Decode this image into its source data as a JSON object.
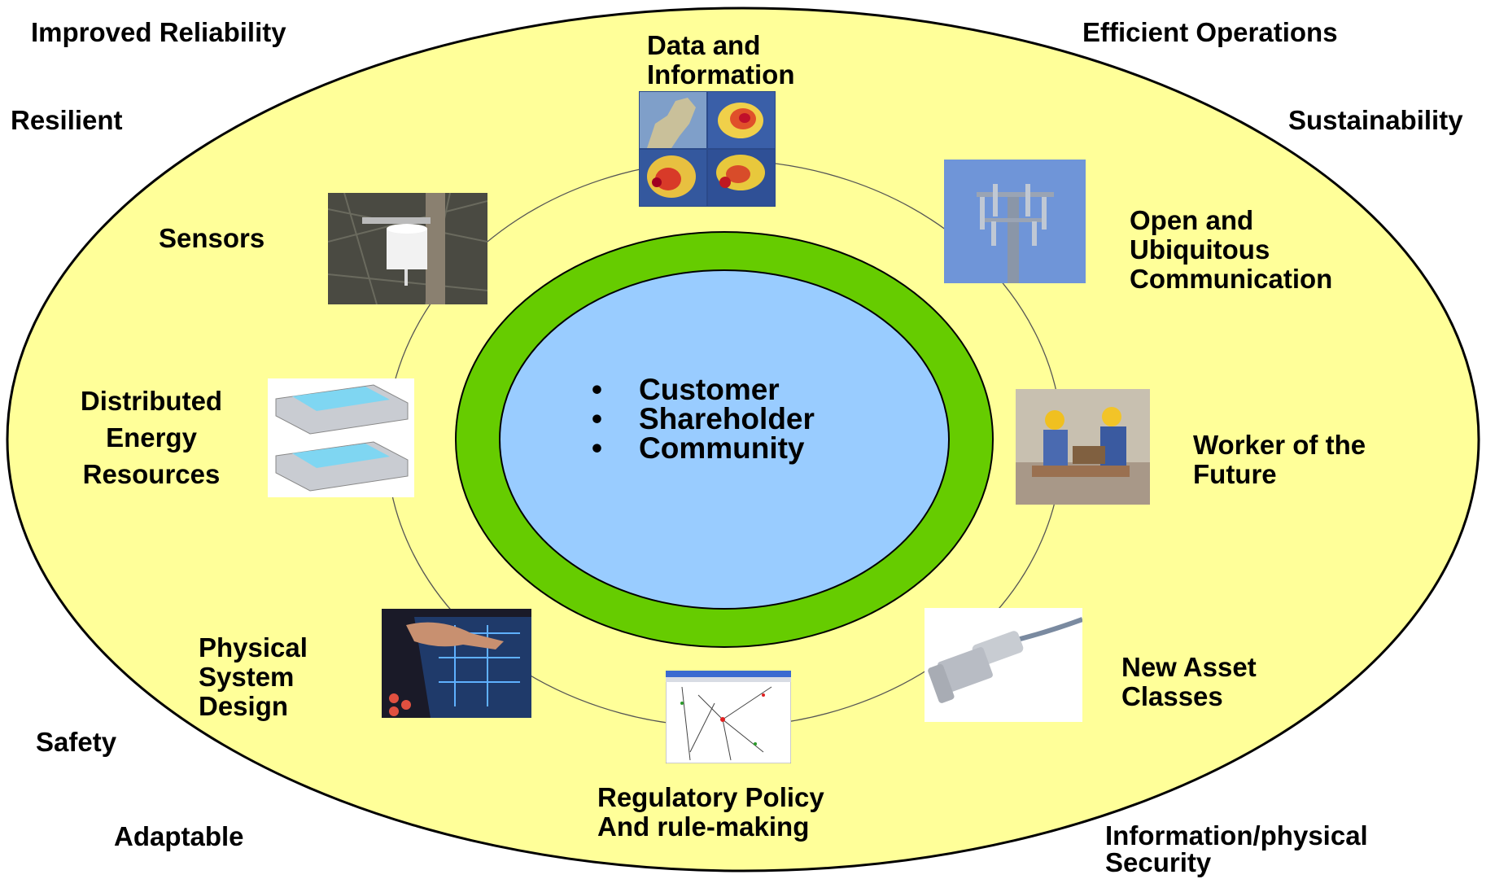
{
  "colors": {
    "outer_fill": "#ffff99",
    "ring_green": "#66cc00",
    "core_blue": "#99ccff",
    "inner_circle_line": "#555555"
  },
  "corners": {
    "improved_reliability": "Improved Reliability",
    "efficient_operations": "Efficient Operations",
    "resilient": "Resilient",
    "sustainability": "Sustainability",
    "safety": "Safety",
    "adaptable": "Adaptable",
    "info_security_1": "Information/physical",
    "info_security_2": "Security"
  },
  "nodes": {
    "data_info": {
      "line1": "Data and",
      "line2": "Information",
      "image": "heat-map-images"
    },
    "open_comm": {
      "line1": "Open and",
      "line2": "Ubiquitous",
      "line3": "Communication",
      "image": "cell-tower-photo"
    },
    "worker": {
      "line1": "Worker of the",
      "line2": "Future",
      "image": "field-workers-photo"
    },
    "new_asset": {
      "line1": "New Asset",
      "line2": "Classes",
      "image": "sensor-probe-photo"
    },
    "regulatory": {
      "line1": "Regulatory Policy",
      "line2": "And rule-making",
      "image": "network-software-screenshot"
    },
    "physical_design": {
      "line1": "Physical",
      "line2": "System",
      "line3": "Design",
      "image": "touchscreen-design-photo"
    },
    "der": {
      "line1": "Distributed",
      "line2": "Energy",
      "line3": "Resources",
      "image": "power-units-photo"
    },
    "sensors": {
      "line1": "Sensors",
      "image": "pole-sensor-photo"
    }
  },
  "center": {
    "bullet": "•",
    "items": [
      "Customer",
      "Shareholder",
      "Community"
    ]
  }
}
